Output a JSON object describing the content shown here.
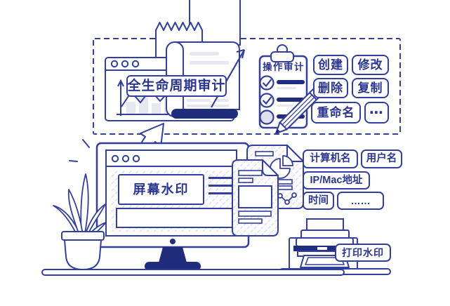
{
  "audit": {
    "lifecycle_label": "全生命周期审计",
    "clipboard_title": "操作审计",
    "actions": {
      "create": "创建",
      "modify": "修改",
      "delete": "删除",
      "copy": "复制",
      "rename": "重命名",
      "more": "⋯"
    }
  },
  "screen_watermark": {
    "label": "屏幕水印"
  },
  "watermark_fields": {
    "computer_name": "计算机名",
    "user_name": "用户名",
    "ip_mac_address": "IP/Mac地址",
    "time": "时间",
    "more": "……"
  },
  "print_watermark": {
    "label": "打印水印"
  },
  "colors": {
    "ink": "#333f9e",
    "ink_dark": "#202c7c",
    "text": "#2b3690",
    "fill_gray": "#e7e8ef",
    "hatch_line": "#d8dae4"
  },
  "illustration_elements": [
    "dashed-audit-panel",
    "receipt",
    "paper-strip",
    "browser-chart-window",
    "scroll-document",
    "trend-arrow-icon",
    "clipboard-icon",
    "pencil-icon",
    "curved-arrow-icon",
    "spark-marks",
    "monitor-icon",
    "document-stack-icon",
    "plant-icon",
    "desk",
    "printer-icon"
  ]
}
